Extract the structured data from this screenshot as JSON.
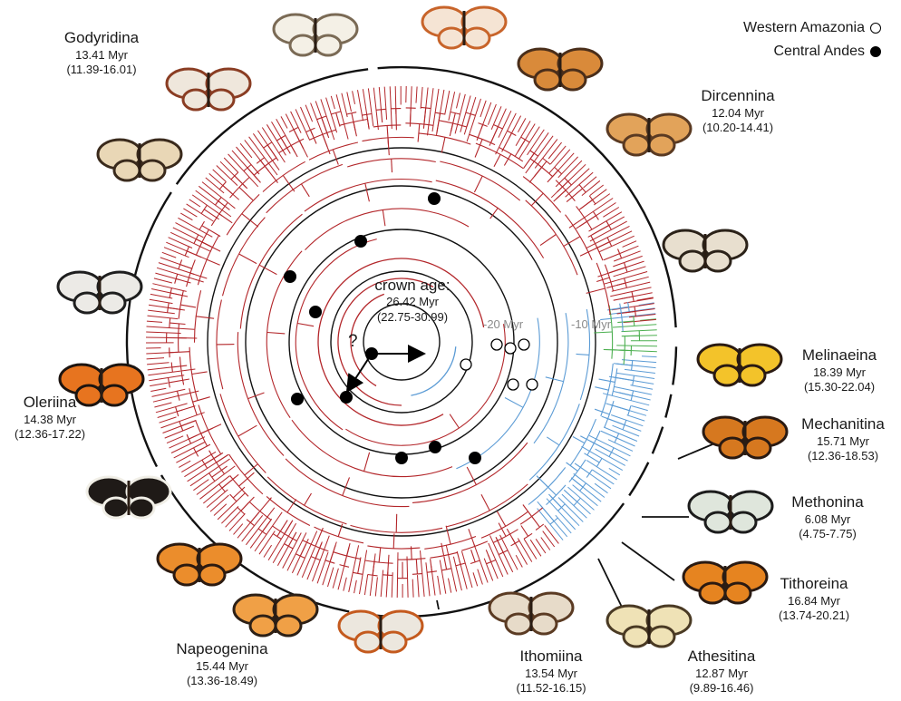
{
  "legend": {
    "western_amazonia": "Western Amazonia",
    "central_andes": "Central Andes"
  },
  "crown": {
    "title": "crown age:",
    "value": "26.42 Myr",
    "range": "(22.75-30.99)"
  },
  "time_labels": [
    "-20 Myr",
    "-10 Myr"
  ],
  "unknown_marker": "?",
  "clades": [
    {
      "name": "Godyridina",
      "age": "13.41 Myr",
      "range": "(11.39-16.01)"
    },
    {
      "name": "Dircennina",
      "age": "12.04 Myr",
      "range": "(10.20-14.41)"
    },
    {
      "name": "Melinaeina",
      "age": "18.39 Myr",
      "range": "(15.30-22.04)"
    },
    {
      "name": "Mechanitina",
      "age": "15.71 Myr",
      "range": "(12.36-18.53)"
    },
    {
      "name": "Methonina",
      "age": "6.08 Myr",
      "range": "(4.75-7.75)"
    },
    {
      "name": "Tithoreina",
      "age": "16.84 Myr",
      "range": "(13.74-20.21)"
    },
    {
      "name": "Athesitina",
      "age": "12.87 Myr",
      "range": "(9.89-16.46)"
    },
    {
      "name": "Ithomiina",
      "age": "13.54 Myr",
      "range": "(11.52-16.15)"
    },
    {
      "name": "Napeogenina",
      "age": "15.44 Myr",
      "range": "(13.36-18.49)"
    },
    {
      "name": "Oleriina",
      "age": "14.38 Myr",
      "range": "(12.36-17.22)"
    }
  ],
  "colors": {
    "central_andes_branches": "#b3262a",
    "western_amazonia_branches": "#5b9bd5",
    "other_branches": "#4caf50",
    "rings": "#111111"
  }
}
